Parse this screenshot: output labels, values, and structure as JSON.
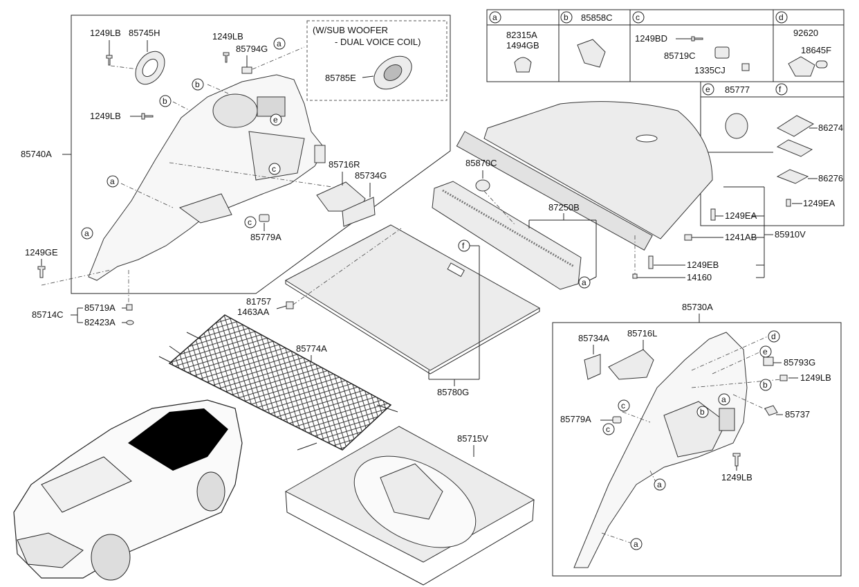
{
  "note": {
    "line1": "(W/SUB WOOFER",
    "line2": "- DUAL VOICE COIL)"
  },
  "table": {
    "a": {
      "letter": "a",
      "parts": [
        "82315A",
        "1494GB"
      ]
    },
    "b": {
      "letter": "b",
      "part": "85858C"
    },
    "c": {
      "letter": "c",
      "parts": [
        "1249BD",
        "85719C",
        "1335CJ"
      ]
    },
    "d": {
      "letter": "d",
      "parts": [
        "92620",
        "18645F"
      ]
    },
    "e": {
      "letter": "e",
      "part": "85777"
    },
    "f": {
      "letter": "f",
      "parts": [
        "86274",
        "86276",
        "1249EA"
      ]
    }
  },
  "labels": {
    "p85740A": "85740A",
    "p1249LB_1": "1249LB",
    "p85745H": "85745H",
    "p1249LB_2": "1249LB",
    "p85794G": "85794G",
    "p85785E": "85785E",
    "p1249LB_3": "1249LB",
    "p85716R": "85716R",
    "p85734G": "85734G",
    "p85779A_1": "85779A",
    "p1249GE": "1249GE",
    "p85714C": "85714C",
    "p85719A": "85719A",
    "p82423A": "82423A",
    "p85870C": "85870C",
    "p87250B": "87250B",
    "p81757": "81757",
    "p1463AA": "1463AA",
    "p85780G": "85780G",
    "p85774A": "85774A",
    "p85715V": "85715V",
    "p1249EA": "1249EA",
    "p1241AB": "1241AB",
    "p1249EB": "1249EB",
    "p14160": "14160",
    "p85910V": "85910V",
    "p85730A": "85730A",
    "p85734A": "85734A",
    "p85716L": "85716L",
    "p85793G": "85793G",
    "p1249LB_4": "1249LB",
    "p85779A_2": "85779A",
    "p85737": "85737",
    "p1249LB_5": "1249LB"
  },
  "callouts": {
    "a1": "a",
    "b1": "b",
    "b2": "b",
    "a2": "a",
    "e1": "e",
    "c1": "c",
    "a3": "a",
    "a4": "a",
    "c2": "c",
    "f1": "f",
    "a5": "a",
    "d2": "d",
    "e2": "e",
    "b3": "b",
    "a6": "a",
    "b4": "b",
    "c3": "c",
    "c4": "c",
    "a7": "a",
    "a8": "a"
  }
}
